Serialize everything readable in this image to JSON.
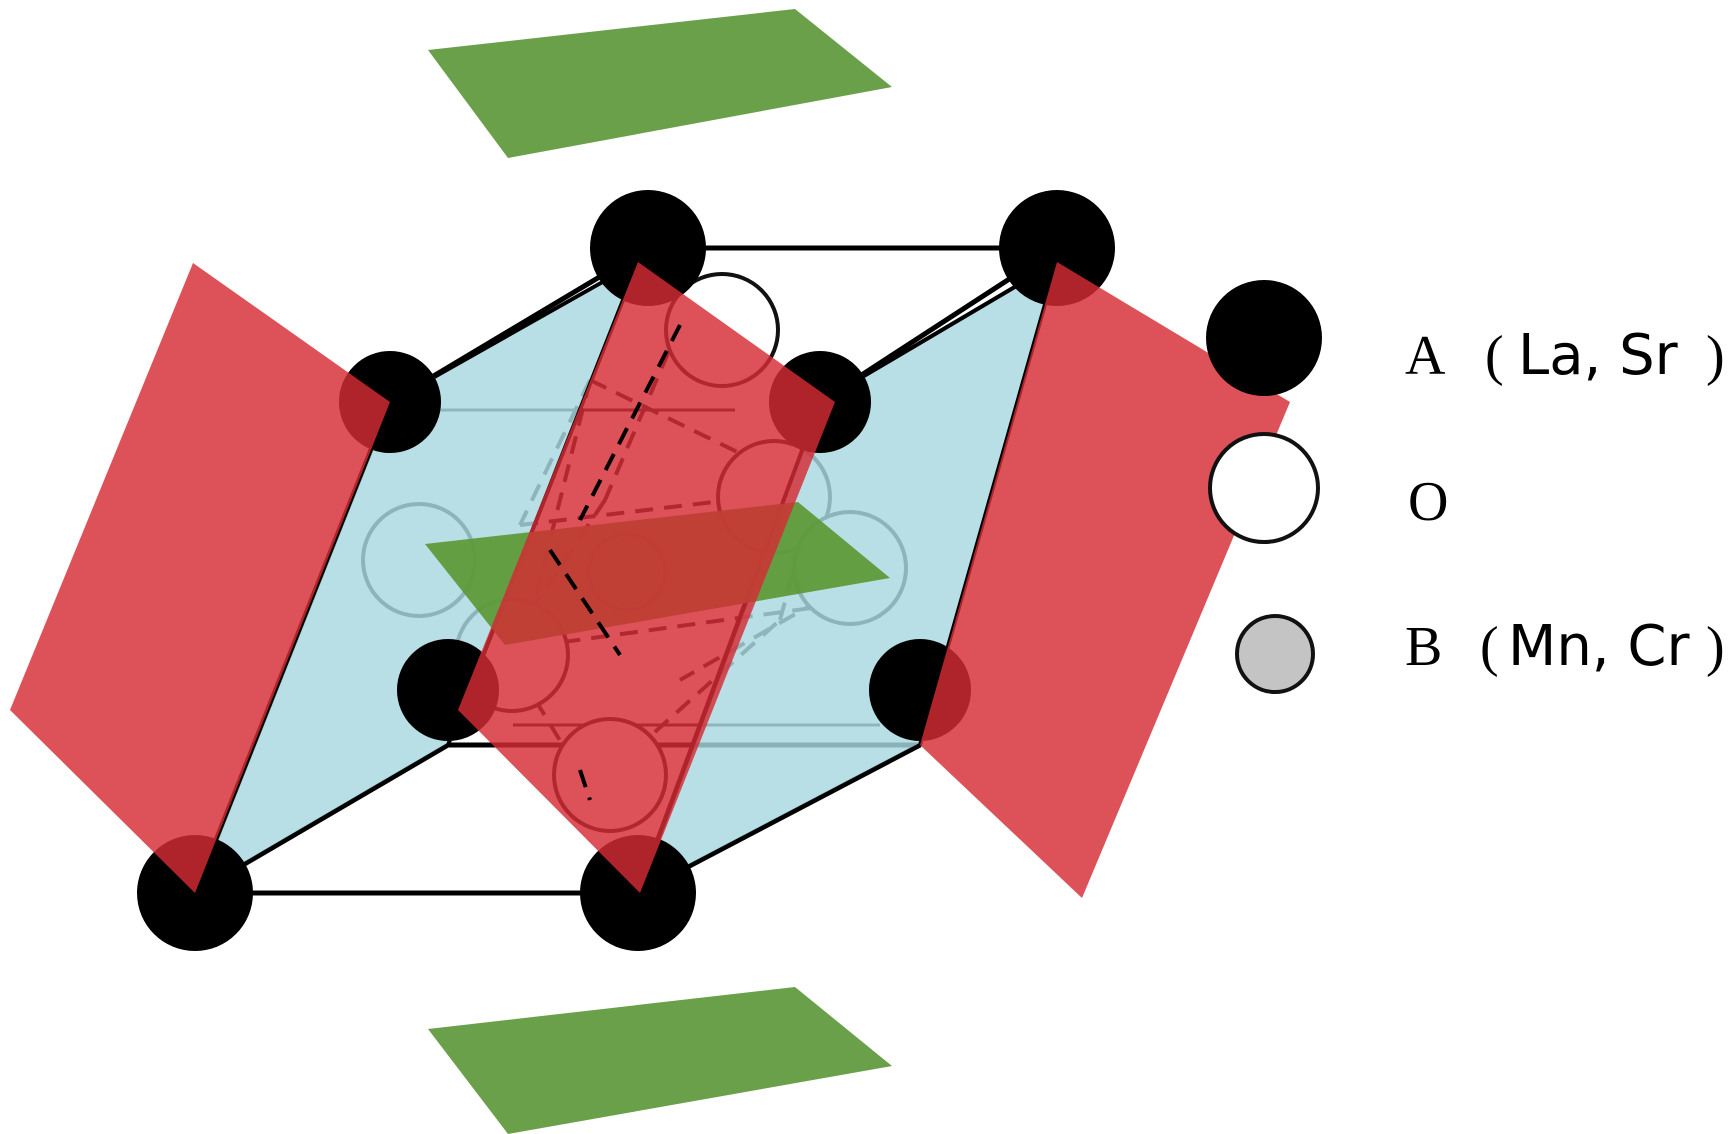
{
  "legend": [
    {
      "key": "A",
      "symbol": "(",
      "elements": "La, Sr",
      "close": ")",
      "marker": "filled-black-circle"
    },
    {
      "key": "O",
      "marker": "hollow-circle"
    },
    {
      "key": "B",
      "symbol": "(",
      "elements": "Mn, Cr",
      "close": ")",
      "marker": "gray-circle"
    }
  ],
  "colors": {
    "a_site": "#000000",
    "o_site": "#ffffff",
    "b_site": "#c0c0c0",
    "red_plane": "#d81e2a",
    "blue_plane": "#9fd3dc",
    "green_plane": "#5c9a3c"
  }
}
